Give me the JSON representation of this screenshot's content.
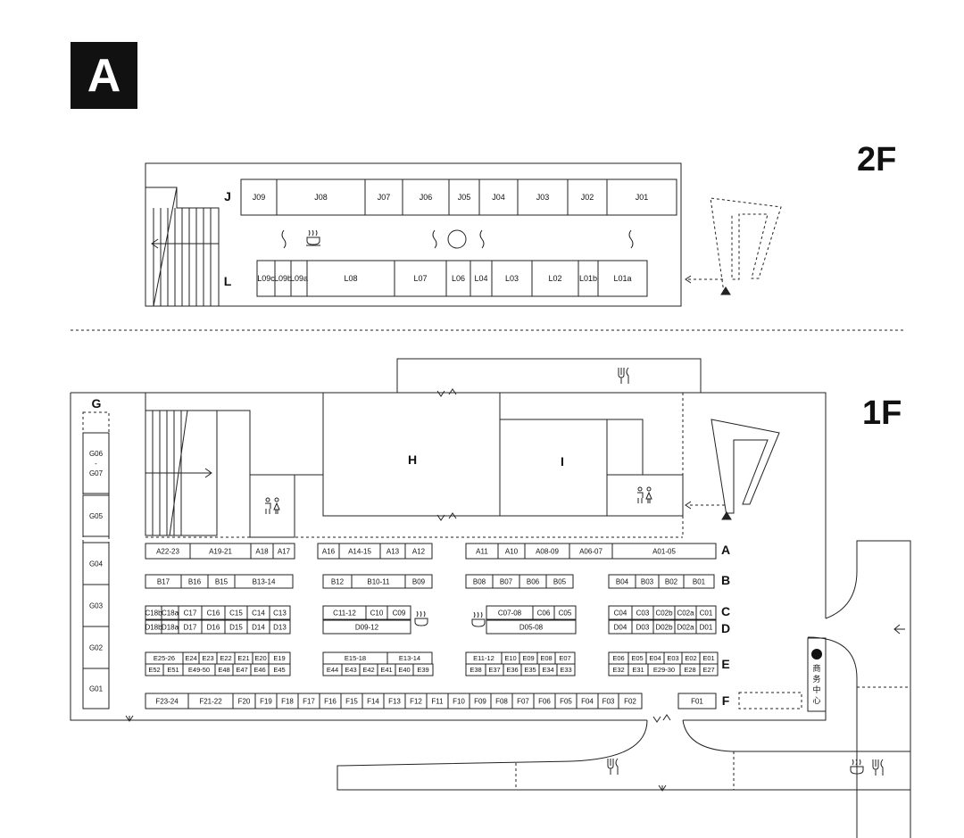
{
  "hall_label": "A",
  "floors": {
    "upper": "2F",
    "lower": "1F"
  },
  "info_icon": "info-icon",
  "biz_center": [
    "商",
    "务",
    "中",
    "心"
  ],
  "row_labels_2f": [
    "J",
    "L"
  ],
  "row_labels_1f": [
    "A",
    "B",
    "C",
    "D",
    "E",
    "F"
  ],
  "zone_g_label": "G",
  "rooms_1f": [
    "H",
    "I"
  ],
  "j_row": [
    "J09",
    "J08",
    "J07",
    "J06",
    "J05",
    "J04",
    "J03",
    "J02",
    "J01"
  ],
  "l_row": [
    "L09c",
    "L09b",
    "L09a",
    "L08",
    "L07",
    "L06",
    "L04",
    "L03",
    "L02",
    "L01b",
    "L01a"
  ],
  "g_col": [
    "G06\n-\nG07",
    "G05",
    "G04",
    "G03",
    "G02",
    "G01"
  ],
  "a_row": [
    "A22-23",
    "A19-21",
    "A18",
    "A17",
    "A16",
    "A14-15",
    "A13",
    "A12",
    "A11",
    "A10",
    "A08-09",
    "A06-07",
    "A01-05"
  ],
  "b_row": [
    "B17",
    "B16",
    "B15",
    "B13-14",
    "B12",
    "B10-11",
    "B09",
    "B08",
    "B07",
    "B06",
    "B05",
    "B04",
    "B03",
    "B02",
    "B01"
  ],
  "c_row": [
    "C18b",
    "C18a",
    "C17",
    "C16",
    "C15",
    "C14",
    "C13",
    "C11-12",
    "C10",
    "C09",
    "C07-08",
    "C06",
    "C05",
    "C04",
    "C03",
    "C02b",
    "C02a",
    "C01"
  ],
  "d_row": [
    "D18b",
    "D18a",
    "D17",
    "D16",
    "D15",
    "D14",
    "D13",
    "D09-12",
    "D05-08",
    "D04",
    "D03",
    "D02b",
    "D02a",
    "D01"
  ],
  "e_top": [
    "E25-26",
    "E24",
    "E23",
    "E22",
    "E21",
    "E20",
    "E19",
    "E15-18",
    "E13-14",
    "E11-12",
    "E10",
    "E09",
    "E08",
    "E07",
    "E06",
    "E05",
    "E04",
    "E03",
    "E02",
    "E01"
  ],
  "e_bot": [
    "E52",
    "E51",
    "E49-50",
    "E48",
    "E47",
    "E46",
    "E45",
    "E44",
    "E43",
    "E42",
    "E41",
    "E40",
    "E39",
    "E38",
    "E37",
    "E36",
    "E35",
    "E34",
    "E33",
    "E32",
    "E31",
    "E29-30",
    "E28",
    "E27"
  ],
  "f_row": [
    "F23-24",
    "F21-22",
    "F20",
    "F19",
    "F18",
    "F17",
    "F16",
    "F15",
    "F14",
    "F13",
    "F12",
    "F11",
    "F10",
    "F09",
    "F08",
    "F07",
    "F06",
    "F05",
    "F04",
    "F03",
    "F02",
    "F01"
  ],
  "icons": [
    "cafe-icon",
    "restaurant-icon",
    "restroom-icon",
    "escalator-icon",
    "stairs-icon",
    "arrow-icon"
  ]
}
